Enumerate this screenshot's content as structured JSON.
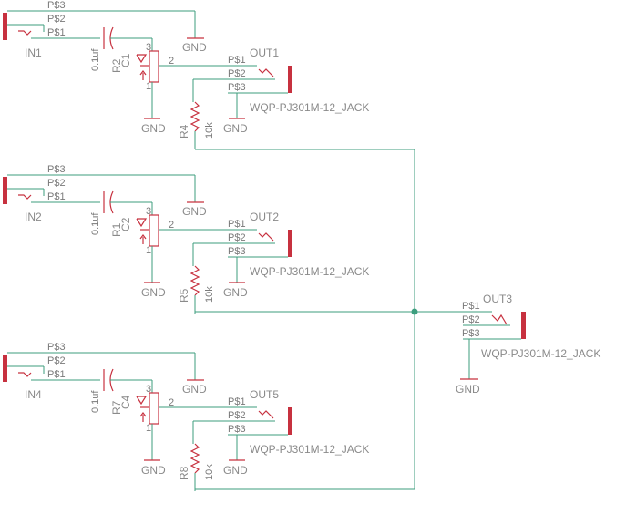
{
  "labels": {
    "ps3": "P$3",
    "ps2": "P$2",
    "ps1": "P$1",
    "gnd": "GND",
    "cap_value": "0.1uf",
    "res_value": "10k",
    "jack_part": "WQP-PJ301M-12_JACK",
    "pin1": "1",
    "pin2": "2",
    "pin3": "3"
  },
  "stages": [
    {
      "input": "IN1",
      "pot": "R2",
      "cap": "C1",
      "res": "R4",
      "out": "OUT1"
    },
    {
      "input": "IN2",
      "pot": "R1",
      "cap": "C2",
      "res": "R5",
      "out": "OUT2"
    },
    {
      "input": "IN4",
      "pot": "R7",
      "cap": "C4",
      "res": "R8",
      "out": "OUT5"
    }
  ],
  "mix_out": {
    "name": "OUT3"
  },
  "colors": {
    "wire": "#3c9e7e",
    "part": "#c7313f",
    "text": "#7a7a7a"
  }
}
